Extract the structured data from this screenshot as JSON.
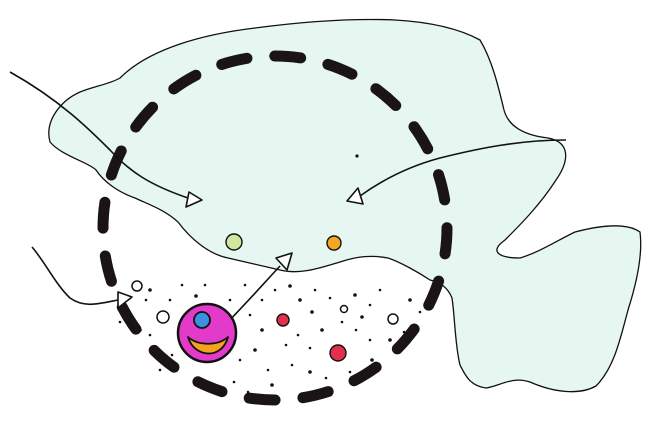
{
  "colors": {
    "background": "#ffffff",
    "region_fill": "#e6f6f1",
    "outline": "#111111",
    "dashed_ring": "#1a1418",
    "magenta_cell": "#e23ac9",
    "cell_nucleus": "#3d8fe0",
    "cell_smile": "#f2a21c",
    "green_dot": "#cfe6a0",
    "orange_dot": "#f5a623",
    "red_dot": "#e0304e",
    "speckle": "#111111"
  },
  "icons": [
    "arrow-in-top-left",
    "arrow-in-right",
    "arrow-in-bottom-left",
    "arrow-up-from-cell"
  ]
}
